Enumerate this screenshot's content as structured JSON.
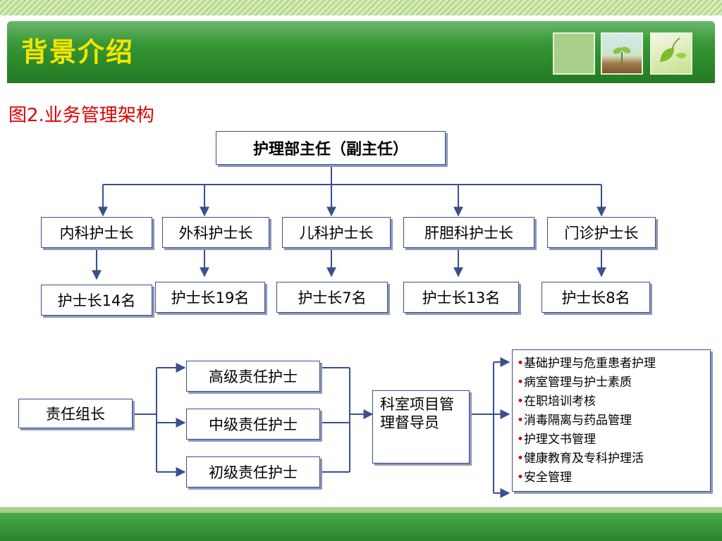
{
  "header": {
    "title": "背景介绍"
  },
  "subtitle": "图2.业务管理架构",
  "chart": {
    "top": "护理部主任（副主任）",
    "heads": [
      "内科护士长",
      "外科护士长",
      "儿科护士长",
      "肝胆科护士长",
      "门诊护士长"
    ],
    "counts": [
      "护士长14名",
      "护士长19名",
      "护士长7名",
      "护士长13名",
      "护士长8名"
    ],
    "leader": "责任组长",
    "levels": [
      "高级责任护士",
      "中级责任护士",
      "初级责任护士"
    ],
    "supervisor": "科室项目管理督导员",
    "duties": [
      "基础护理与危重患者护理",
      "病室管理与护士素质",
      "在职培训考核",
      "消毒隔离与药品管理",
      "护理文书管理",
      "健康教育及专科护理活",
      "安全管理"
    ],
    "bullet": "•"
  },
  "colors": {
    "title": "#f5e400",
    "subtitle": "#e00000",
    "line": "#3b4f8f",
    "bullet": "#d00000"
  }
}
